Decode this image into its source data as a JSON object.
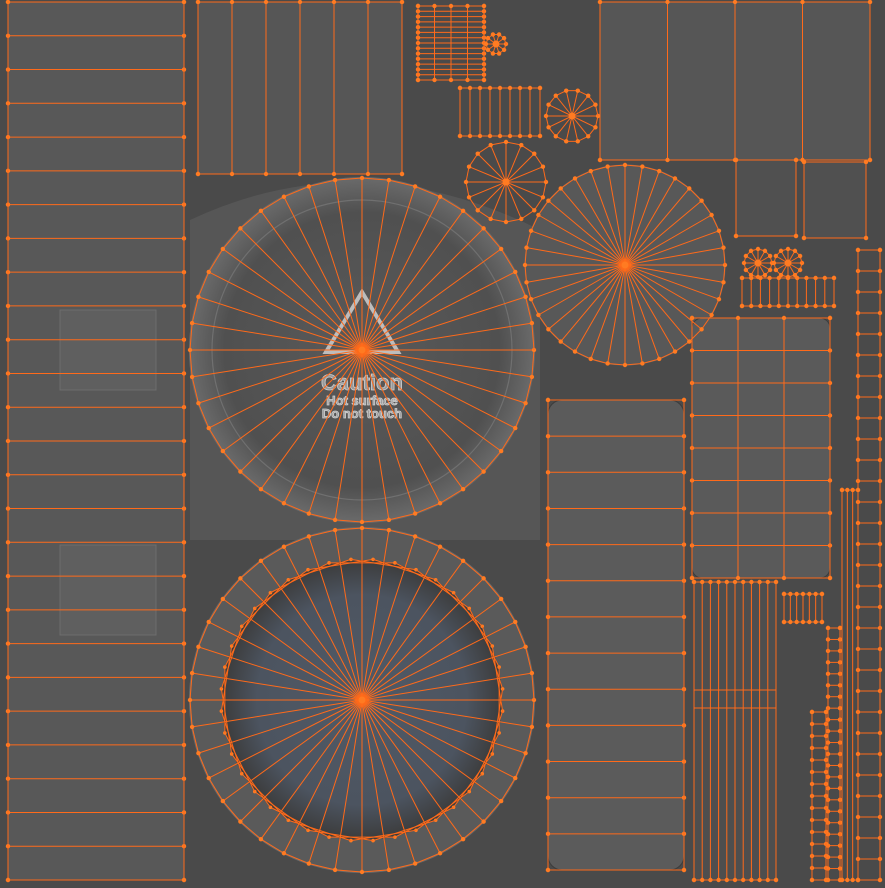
{
  "texture": {
    "decal": {
      "title": "Caution",
      "line1": "Hot surface",
      "line2": "Do not touch"
    },
    "colors": {
      "background": "#4a4a4a",
      "panel": "#555555",
      "panel_dark": "#3f3f3f",
      "wire": "#ff6a1a",
      "vertex": "#ff7b22"
    }
  }
}
